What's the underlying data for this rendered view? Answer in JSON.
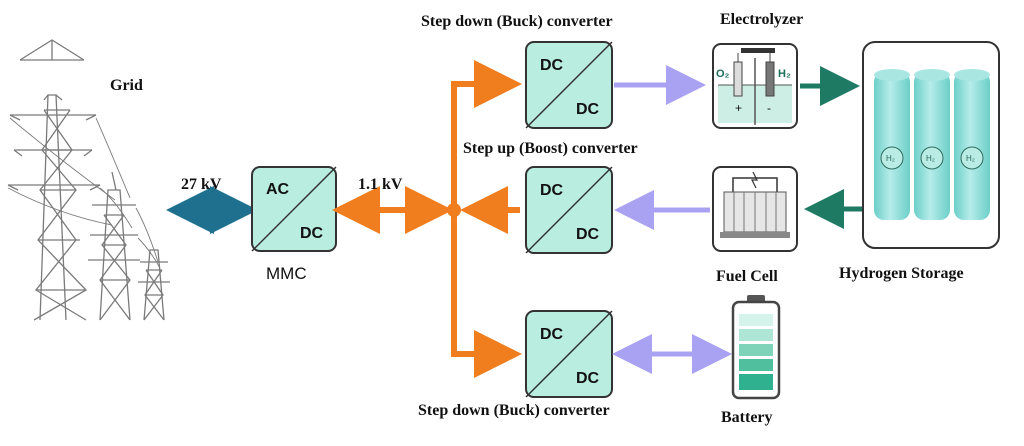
{
  "labels": {
    "grid": "Grid",
    "grid_voltage": "27 kV",
    "dc_voltage": "1.1 kV",
    "mmc": "MMC",
    "buck_top": "Step down (Buck) converter",
    "boost": "Step up (Boost) converter",
    "buck_bottom": "Step down (Buck) converter",
    "electrolyzer": "Electrolyzer",
    "fuel_cell": "Fuel Cell",
    "hydrogen_storage": "Hydrogen Storage",
    "battery": "Battery"
  },
  "converter_text": {
    "mmc_in": "AC",
    "mmc_out": "DC",
    "dc_in": "DC",
    "dc_out": "DC"
  },
  "electrolyzer_text": {
    "o2": "O₂",
    "h2": "H₂",
    "plus": "+",
    "minus": "-"
  },
  "tank_label": "H₂",
  "colors": {
    "converter_fill": "#b9ede0",
    "ac_link": "#1f6f8f",
    "dc_bus": "#f07d1e",
    "dc_link": "#a9a2f2",
    "hydrogen_flow": "#1e7a62",
    "tower": "#7a7a7a",
    "tank": "#8fdbd6",
    "battery_level": "#2fb08e"
  },
  "icons": [
    "transmission-tower-icon",
    "electrolyzer-icon",
    "fuel-cell-icon",
    "hydrogen-tank-icon",
    "battery-icon"
  ]
}
